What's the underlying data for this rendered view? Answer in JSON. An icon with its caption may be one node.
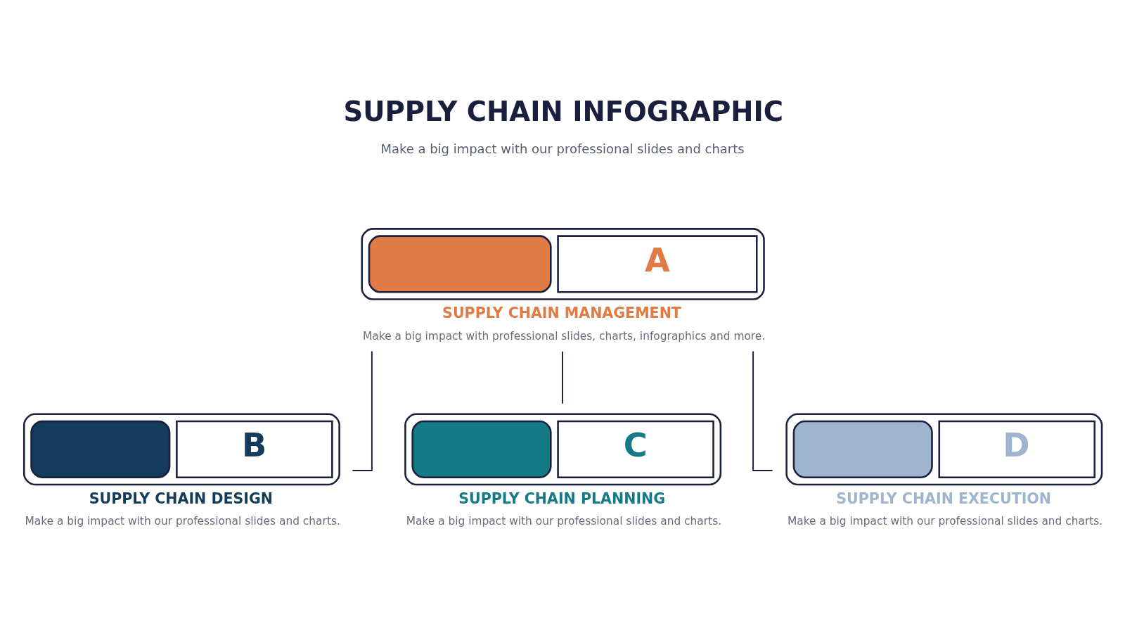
{
  "diagram": {
    "title": "SUPPLY CHAIN INFOGRAPHIC",
    "nodes": [
      {
        "text": [
          "A"
        ],
        "beside": [
          "SUPPLY CHAIN MANAGEMENT",
          "Make a big impact with professional slides, charts, infographics and more."
        ]
      },
      {
        "text": [
          "B"
        ],
        "beside": [
          "SUPPLY CHAIN DESIGN",
          "Make a big impact with our professional slides and charts."
        ]
      },
      {
        "text": [
          "C"
        ],
        "beside": [
          "SUPPLY CHAIN PLANNING",
          "Make a big impact with our professional slides and charts."
        ]
      },
      {
        "text": [
          "D"
        ],
        "beside": [
          "SUPPLY CHAIN EXECUTION",
          "Make a big impact with our professional slides and charts."
        ]
      }
    ],
    "edges": [
      {
        "from": 0,
        "to": 1,
        "arrow": "none"
      },
      {
        "from": 0,
        "to": 2,
        "arrow": "none"
      },
      {
        "from": 0,
        "to": 3,
        "arrow": "none"
      }
    ],
    "labels": [
      "Make a big impact with our professional slides and charts"
    ]
  }
}
